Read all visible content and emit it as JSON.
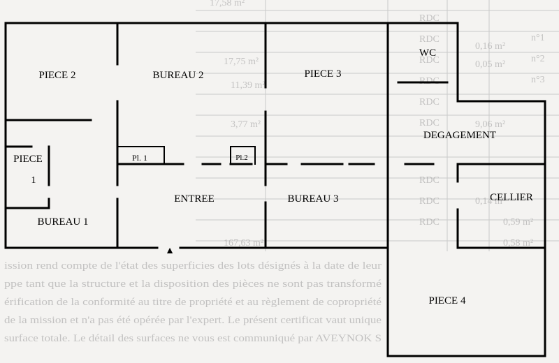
{
  "rooms": {
    "piece2": "PIECE 2",
    "bureau2": "BUREAU 2",
    "piece3": "PIECE 3",
    "wc": "WC",
    "piece1_a": "PIECE",
    "piece1_b": "1",
    "pl1": "Pl. 1",
    "pl2": "Pl.2",
    "degagement": "DEGAGEMENT",
    "entree": "ENTREE",
    "bureau3": "BUREAU 3",
    "cellier": "CELLIER",
    "bureau1": "BUREAU 1",
    "piece4": "PIECE 4"
  },
  "entrance_marker": "▲",
  "background": {
    "table_fragments": [
      "17,58 m²",
      "RDC",
      "n°1",
      "0,16 m²",
      "RDC",
      "n°2",
      "17,75 m²",
      "0,05 m²",
      "RDC",
      "11,39 m²",
      "n°3",
      "RDC",
      "RDC",
      "3,77 m²",
      "9,06 m²",
      "RDC",
      "RDC",
      "0,14 m²",
      "RDC",
      "0,59 m²",
      "RDC",
      "167,63 m²",
      "0,58 m²"
    ],
    "paragraph_lines": [
      "ission rend compte de l'état des superficies des lots désignés à la date de leur",
      "ppe tant que la structure et la disposition des pièces ne sont pas transformé",
      "érification de la conformité au titre de propriété et au règlement de copropriété",
      "de la mission et n'a pas été opérée par l'expert. Le présent certificat vaut unique",
      "surface totale. Le détail des surfaces ne vous est communiqué par AVEYNOK S"
    ]
  }
}
